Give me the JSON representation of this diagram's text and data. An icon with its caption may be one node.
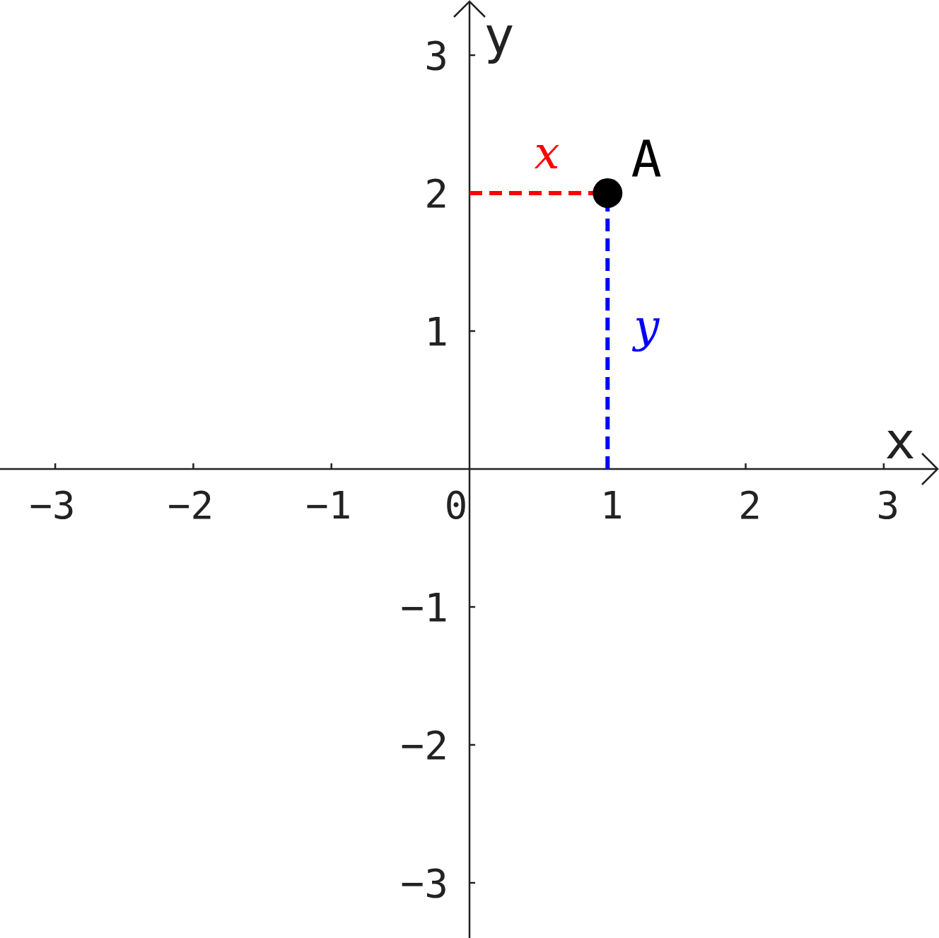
{
  "diagram": {
    "chart_data": {
      "type": "scatter",
      "xlabel": "x",
      "ylabel": "y",
      "xlim": [
        -3.4,
        3.4
      ],
      "ylim": [
        -3.4,
        3.4
      ],
      "xticks": [
        -3,
        -2,
        -1,
        0,
        1,
        2,
        3
      ],
      "yticks": [
        -3,
        -2,
        -1,
        1,
        2,
        3
      ],
      "x": [
        1
      ],
      "series": [
        {
          "name": "A",
          "color": "#000000",
          "values": [
            2
          ]
        }
      ],
      "annotations": [
        "x",
        "y"
      ]
    }
  }
}
